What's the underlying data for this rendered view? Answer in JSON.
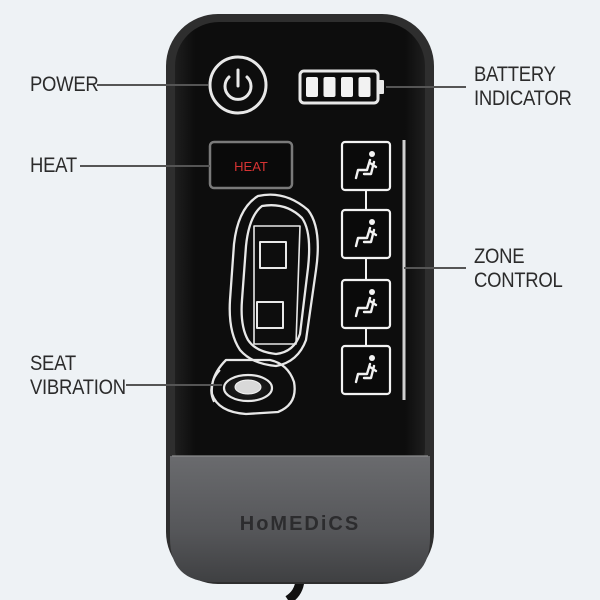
{
  "labels": {
    "power": "POWER",
    "battery_line1": "BATTERY",
    "battery_line2": "INDICATOR",
    "heat": "HEAT",
    "zone_line1": "ZONE",
    "zone_line2": "CONTROL",
    "seat_line1": "SEAT",
    "seat_line2": "VIBRATION"
  },
  "device": {
    "heat_button_text": "HEAT",
    "brand": "HoMEDiCS",
    "battery_segments": 4,
    "zone_count": 4
  },
  "colors": {
    "background": "#eef2f5",
    "body_black": "#0c0c0c",
    "frame_dark": "#2a2a2a",
    "grip_gray": "#58595b",
    "icon_white": "#f2f2f2",
    "heat_red": "#d63333",
    "label_text": "#2b2b2b"
  },
  "icons": {
    "power": "power-icon",
    "battery": "battery-icon",
    "seat_outline": "seat-outline-icon",
    "zone": "seated-person-icon"
  }
}
